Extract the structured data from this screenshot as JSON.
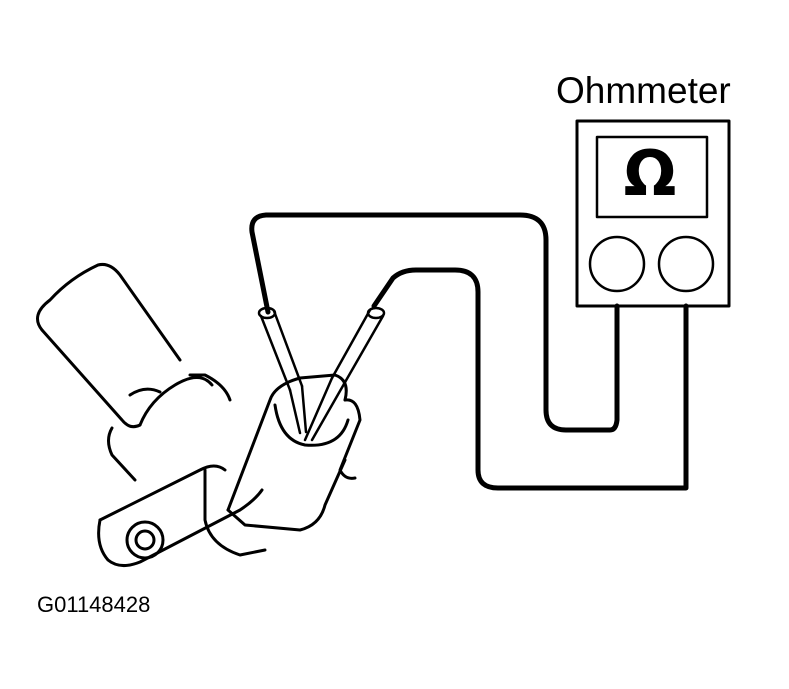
{
  "diagram": {
    "instrument_label": "Ohmmeter",
    "display_symbol": "Ω",
    "figure_code": "G01148428",
    "components": [
      "ohmmeter",
      "test-lead-1",
      "test-lead-2",
      "sensor",
      "connector"
    ],
    "colors": {
      "line": "#000000",
      "background": "#ffffff"
    }
  }
}
